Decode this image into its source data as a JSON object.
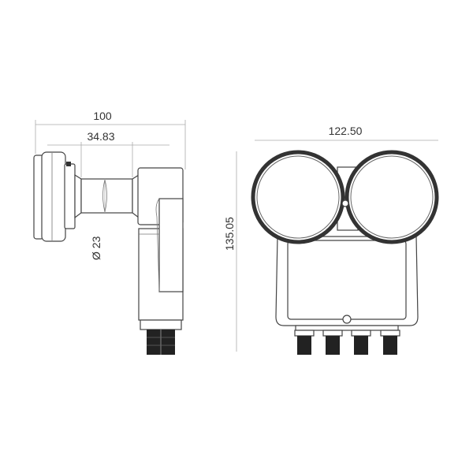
{
  "side_view": {
    "overall_length": "100",
    "tube_length": "34.83",
    "tube_diameter": "Ø 23"
  },
  "front_view": {
    "width": "122.50",
    "height": "135.05",
    "connector_count": 4
  }
}
